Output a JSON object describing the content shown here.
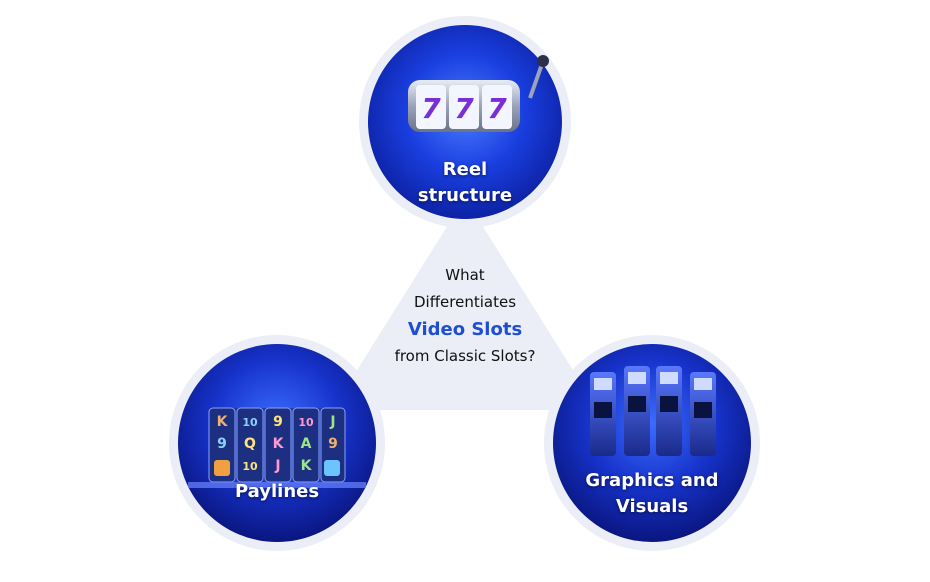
{
  "center": {
    "line1": "What",
    "line2": "Differentiates",
    "highlight": "Video Slots",
    "line4": "from Classic Slots?"
  },
  "circles": {
    "top": {
      "label": "Reel structure",
      "icon": "slot-machine-777-icon"
    },
    "left": {
      "label": "Paylines",
      "icon": "slot-reels-grid-icon"
    },
    "right": {
      "label_line1": "Graphics and",
      "label_line2": "Visuals",
      "icon": "slot-cabinets-icon"
    }
  },
  "paylines_symbols": [
    "K",
    "10",
    "9",
    "10",
    "J",
    "9",
    "Q",
    "K",
    "A",
    "9",
    "10",
    "J",
    "K"
  ],
  "colors": {
    "accent": "#1f4fd1",
    "triangle": "#eceef7",
    "ring": "#eceef7",
    "circle_dark": "#0a1a8a",
    "circle_light": "#2f5bff",
    "text": "#111111"
  }
}
